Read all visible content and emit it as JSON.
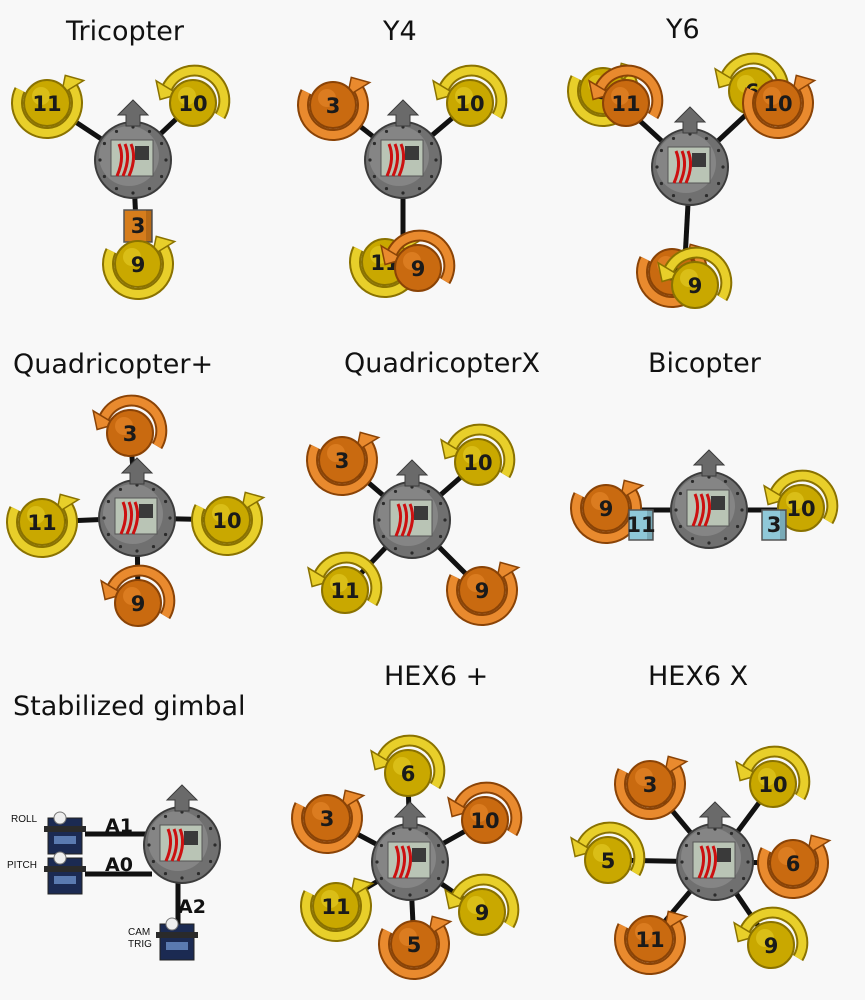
{
  "colors": {
    "yellow_motor": "#c9a800",
    "orange_motor": "#c96a10",
    "servo_box_orange": "#d67d1c",
    "servo_box_blue": "#8fc8d8",
    "arm": "#111111",
    "board": "#707070",
    "background": "#f8f8f8"
  },
  "configs": [
    {
      "id": "tricopter",
      "title": "Tricopter",
      "motors": [
        {
          "label": "11",
          "color": "yellow",
          "spin": "ccw"
        },
        {
          "label": "10",
          "color": "yellow",
          "spin": "cw"
        },
        {
          "label": "9",
          "color": "yellow",
          "spin": "ccw"
        }
      ],
      "servo": {
        "label": "3",
        "color": "orange"
      }
    },
    {
      "id": "y4",
      "title": "Y4",
      "motors": [
        {
          "label": "3",
          "color": "orange",
          "spin": "ccw"
        },
        {
          "label": "10",
          "color": "yellow",
          "spin": "cw"
        },
        {
          "label": "11",
          "color": "yellow",
          "spin": "ccw"
        },
        {
          "label": "9",
          "color": "orange",
          "spin": "cw"
        }
      ]
    },
    {
      "id": "y6",
      "title": "Y6",
      "motors": [
        {
          "label": "5",
          "color": "yellow",
          "spin": "ccw"
        },
        {
          "label": "11",
          "color": "orange",
          "spin": "cw"
        },
        {
          "label": "6",
          "color": "yellow",
          "spin": "cw"
        },
        {
          "label": "10",
          "color": "orange",
          "spin": "ccw"
        },
        {
          "label": "3",
          "color": "orange",
          "spin": "ccw"
        },
        {
          "label": "9",
          "color": "yellow",
          "spin": "cw"
        }
      ]
    },
    {
      "id": "quad-plus",
      "title": "Quadricopter+",
      "motors": [
        {
          "label": "3",
          "color": "orange",
          "spin": "cw"
        },
        {
          "label": "11",
          "color": "yellow",
          "spin": "ccw"
        },
        {
          "label": "10",
          "color": "yellow",
          "spin": "ccw"
        },
        {
          "label": "9",
          "color": "orange",
          "spin": "cw"
        }
      ]
    },
    {
      "id": "quad-x",
      "title": "QuadricopterX",
      "motors": [
        {
          "label": "3",
          "color": "orange",
          "spin": "ccw"
        },
        {
          "label": "10",
          "color": "yellow",
          "spin": "cw"
        },
        {
          "label": "11",
          "color": "yellow",
          "spin": "cw"
        },
        {
          "label": "9",
          "color": "orange",
          "spin": "ccw"
        }
      ]
    },
    {
      "id": "bicopter",
      "title": "Bicopter",
      "motors": [
        {
          "label": "9",
          "color": "orange",
          "spin": "ccw"
        },
        {
          "label": "10",
          "color": "yellow",
          "spin": "cw"
        }
      ],
      "servos": [
        {
          "label": "11",
          "color": "blue"
        },
        {
          "label": "3",
          "color": "blue"
        }
      ]
    },
    {
      "id": "gimbal",
      "title": "Stabilized gimbal",
      "servos": [
        {
          "name": "ROLL",
          "pin": "A1"
        },
        {
          "name": "PITCH",
          "pin": "A0"
        },
        {
          "name": "CAM\nTRIG",
          "pin": "A2"
        }
      ]
    },
    {
      "id": "hex-plus",
      "title": "HEX6 +",
      "motors": [
        {
          "label": "6",
          "color": "yellow",
          "spin": "cw"
        },
        {
          "label": "3",
          "color": "orange",
          "spin": "ccw"
        },
        {
          "label": "10",
          "color": "orange",
          "spin": "cw"
        },
        {
          "label": "11",
          "color": "yellow",
          "spin": "ccw"
        },
        {
          "label": "9",
          "color": "yellow",
          "spin": "cw"
        },
        {
          "label": "5",
          "color": "orange",
          "spin": "ccw"
        }
      ]
    },
    {
      "id": "hex-x",
      "title": "HEX6 X",
      "motors": [
        {
          "label": "3",
          "color": "orange",
          "spin": "ccw"
        },
        {
          "label": "10",
          "color": "yellow",
          "spin": "cw"
        },
        {
          "label": "5",
          "color": "yellow",
          "spin": "cw"
        },
        {
          "label": "6",
          "color": "orange",
          "spin": "ccw"
        },
        {
          "label": "11",
          "color": "orange",
          "spin": "ccw"
        },
        {
          "label": "9",
          "color": "yellow",
          "spin": "cw"
        }
      ]
    }
  ]
}
